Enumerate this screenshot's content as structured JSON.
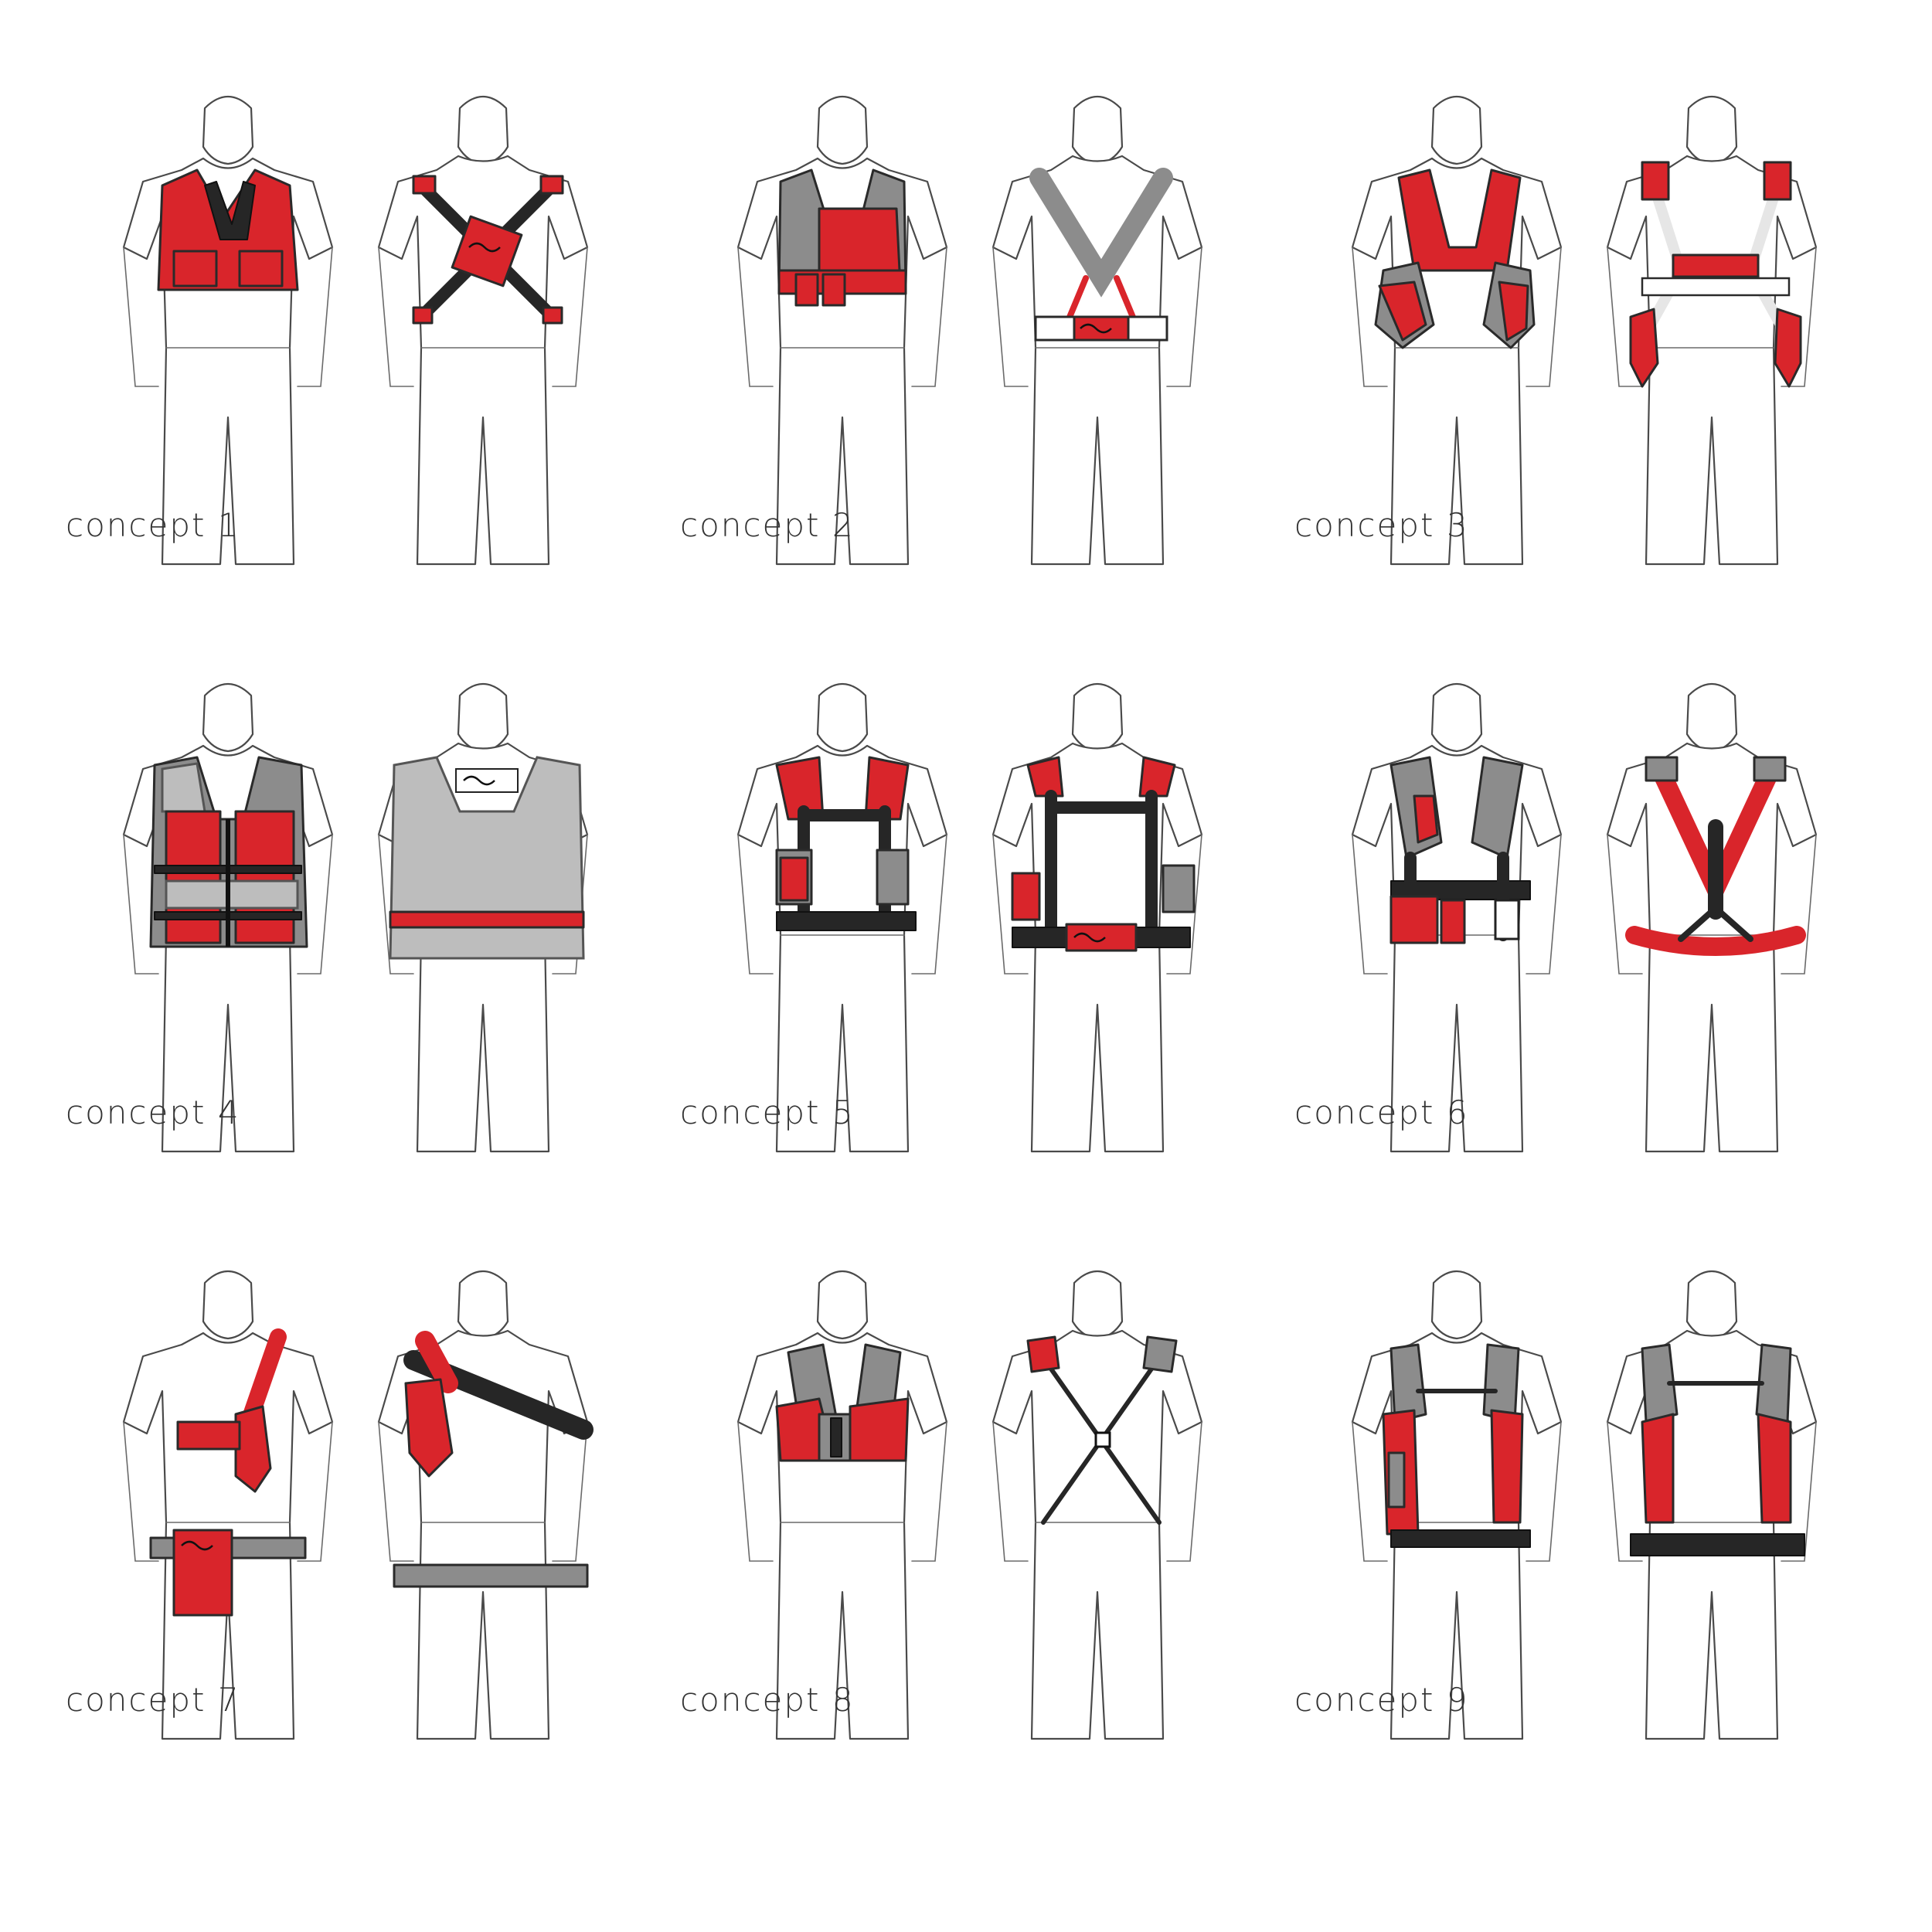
{
  "concepts": [
    {
      "label": "concept 1"
    },
    {
      "label": "concept 2"
    },
    {
      "label": "concept 3"
    },
    {
      "label": "concept 4"
    },
    {
      "label": "concept 5"
    },
    {
      "label": "concept 6"
    },
    {
      "label": "concept 7"
    },
    {
      "label": "concept 8"
    },
    {
      "label": "concept 9"
    }
  ],
  "colors": {
    "accent": "#d9252b",
    "strap_dark": "#262626",
    "padding_grey": "#8c8c8c",
    "line": "#4a4a4a"
  }
}
